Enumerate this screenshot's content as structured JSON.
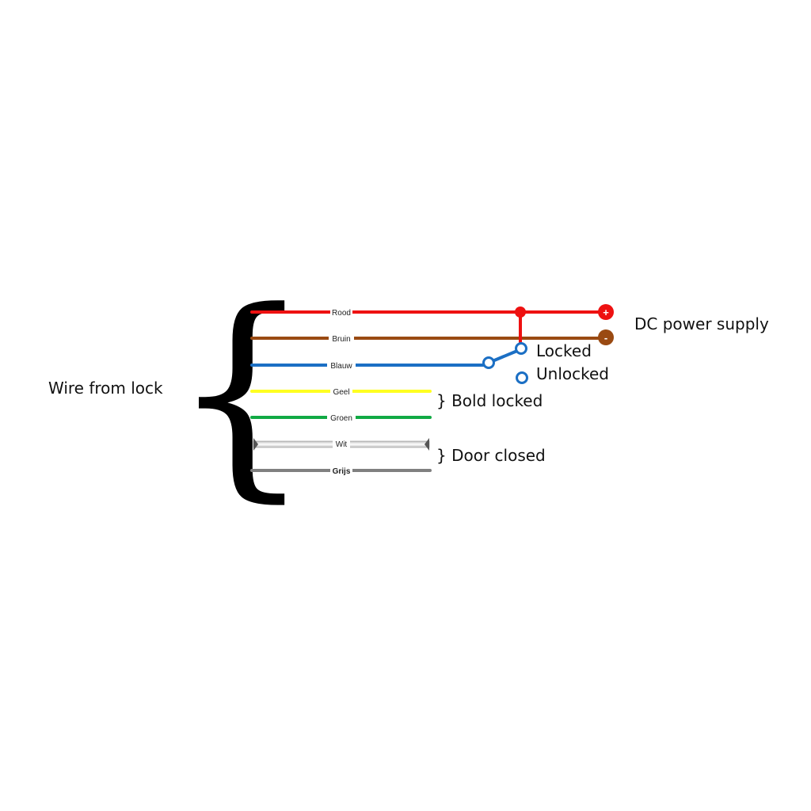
{
  "left_label": "Wire from lock",
  "wires": [
    {
      "id": "rood",
      "label": "Rood",
      "color": "#ee1111"
    },
    {
      "id": "bruin",
      "label": "Bruin",
      "color": "#9a4a12"
    },
    {
      "id": "blauw",
      "label": "Blauw",
      "color": "#1b6fc4"
    },
    {
      "id": "geel",
      "label": "Geel",
      "color": "#ffff22"
    },
    {
      "id": "groen",
      "label": "Groen",
      "color": "#11aa44"
    },
    {
      "id": "wit",
      "label": "Wit",
      "color": "#e8e8e8"
    },
    {
      "id": "grijs",
      "label": "Grijs",
      "color": "#808080"
    }
  ],
  "terminals": {
    "plus": {
      "sign": "+",
      "color": "#ee1111"
    },
    "minus": {
      "sign": "-",
      "color": "#9a4a12"
    }
  },
  "power_label": "DC power supply",
  "switch": {
    "locked_label": "Locked",
    "unlocked_label": "Unlocked",
    "color": "#1b6fc4"
  },
  "group_labels": {
    "bold_locked": "} Bold locked",
    "door_closed": "} Door closed"
  }
}
